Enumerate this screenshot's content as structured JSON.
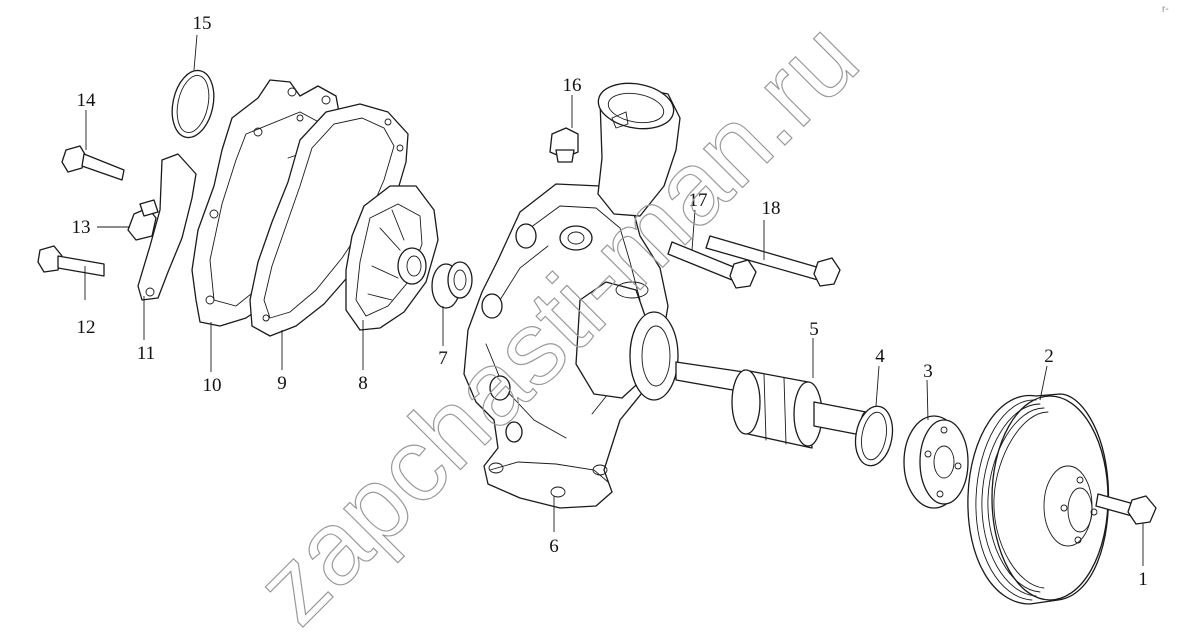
{
  "watermark": "zapchasti-man.ru",
  "corner_mark": "r-",
  "callouts": [
    "1",
    "2",
    "3",
    "4",
    "5",
    "6",
    "7",
    "8",
    "9",
    "10",
    "11",
    "12",
    "13",
    "14",
    "15",
    "16",
    "17",
    "18"
  ],
  "colors": {
    "line": "#1a1a1a",
    "background": "#ffffff",
    "watermark": "#9a9a9a"
  }
}
